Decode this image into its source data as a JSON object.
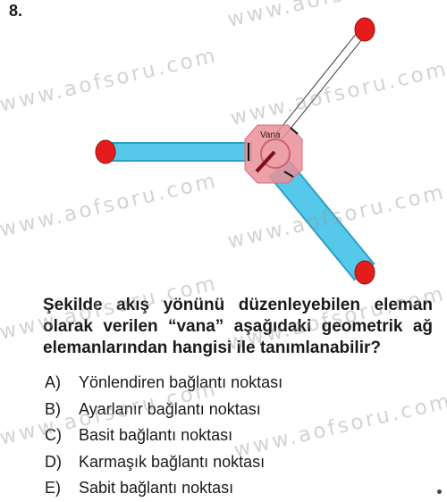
{
  "question_number": "8.",
  "figure": {
    "valve_label": "Vana",
    "colors": {
      "pipe": "#56c8ea",
      "pipe_edge": "#2aa0c8",
      "node": "#e51c1c",
      "valve": "#ea8f98"
    }
  },
  "question_text": "Şekilde akış yönünü düzenleyebilen eleman olarak verilen “vana” aşağıdaki geometrik ağ elemanlarından hangisi ile tanımlanabilir?",
  "options": [
    {
      "letter": "A)",
      "text": "Yönlendiren bağlantı noktası"
    },
    {
      "letter": "B)",
      "text": "Ayarlanır bağlantı noktası"
    },
    {
      "letter": "C)",
      "text": "Basit bağlantı noktası"
    },
    {
      "letter": "D)",
      "text": "Karmaşık bağlantı noktası"
    },
    {
      "letter": "E)",
      "text": "Sabit bağlantı noktası"
    }
  ],
  "watermark_text": "www.aofsoru.com"
}
